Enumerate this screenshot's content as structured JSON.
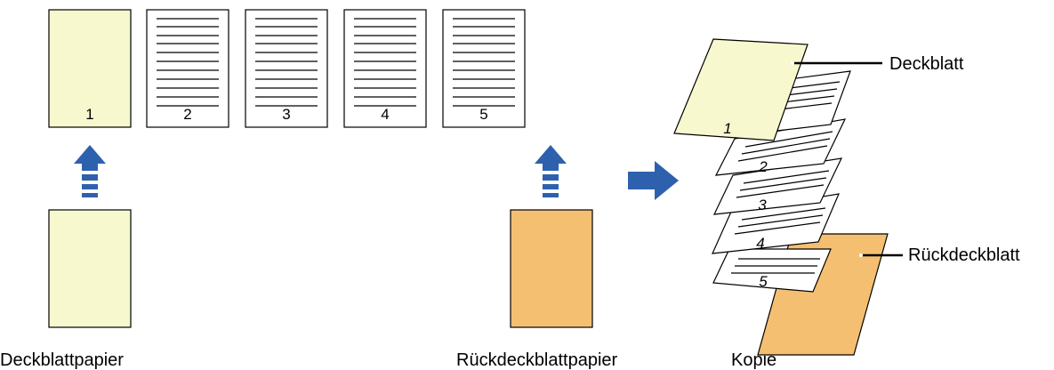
{
  "labels": {
    "cover_paper": "Deckblattpapier",
    "back_cover_paper": "Rückdeckblattpapier",
    "copy": "Kopie",
    "cover": "Deckblatt",
    "back_cover": "Rückdeckblatt"
  },
  "originals": [
    "1",
    "2",
    "3",
    "4",
    "5"
  ],
  "stack_pages": [
    "1",
    "2",
    "3",
    "4",
    "5"
  ],
  "colors": {
    "cover": "#f7f8cd",
    "back_cover": "#f5bf72",
    "arrow": "#2e61ad",
    "line": "#000000"
  }
}
